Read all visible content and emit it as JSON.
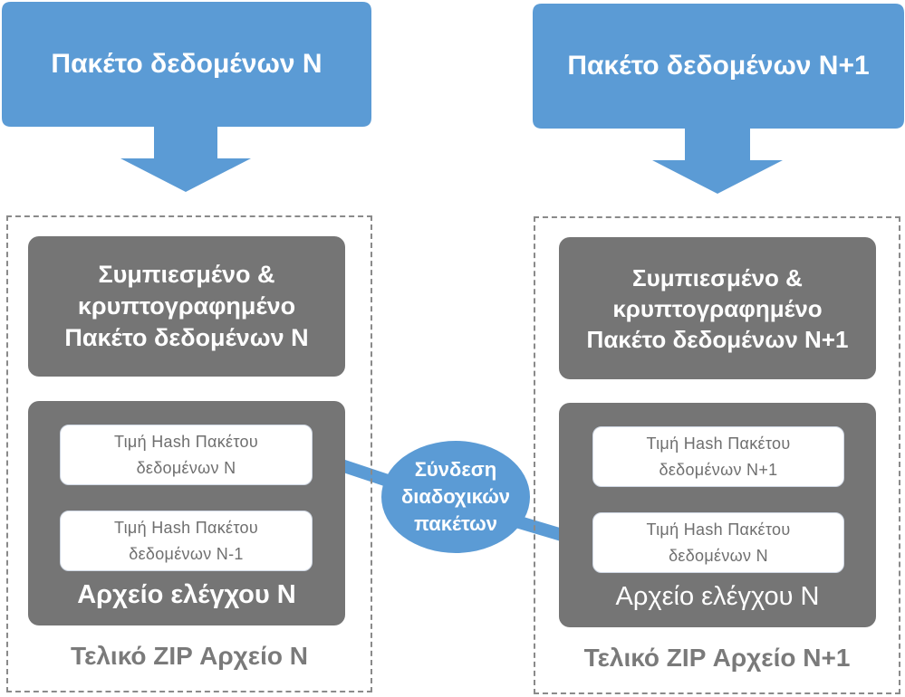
{
  "colors": {
    "accent_blue": "#5b9bd5",
    "box_grey": "#757575",
    "text_grey": "#6f6f6f",
    "dashed_border": "#8a8a8a"
  },
  "left": {
    "packet_title": "Πακέτο δεδομένων Ν",
    "compressed_box": "Συμπιεσμένο & κρυπτογραφημένο Πακέτο δεδομένων Ν",
    "hash_current": "Τιμή Hash Πακέτου δεδομένων Ν",
    "hash_previous": "Τιμή Hash Πακέτου δεδομένων Ν-1",
    "control_file": "Αρχείο ελέγχου Ν",
    "zip_label": "Τελικό ZIP Αρχείο Ν"
  },
  "right": {
    "packet_title": "Πακέτο δεδομένων Ν+1",
    "compressed_box": "Συμπιεσμένο & κρυπτογραφημένο Πακέτο δεδομένων Ν+1",
    "hash_current": "Τιμή Hash Πακέτου δεδομένων Ν+1",
    "hash_previous": "Τιμή Hash Πακέτου δεδομένων Ν",
    "control_file": "Αρχείο ελέγχου Ν",
    "zip_label": "Τελικό ZIP Αρχείο Ν+1"
  },
  "link_label": "Σύνδεση διαδοχικών πακέτων"
}
